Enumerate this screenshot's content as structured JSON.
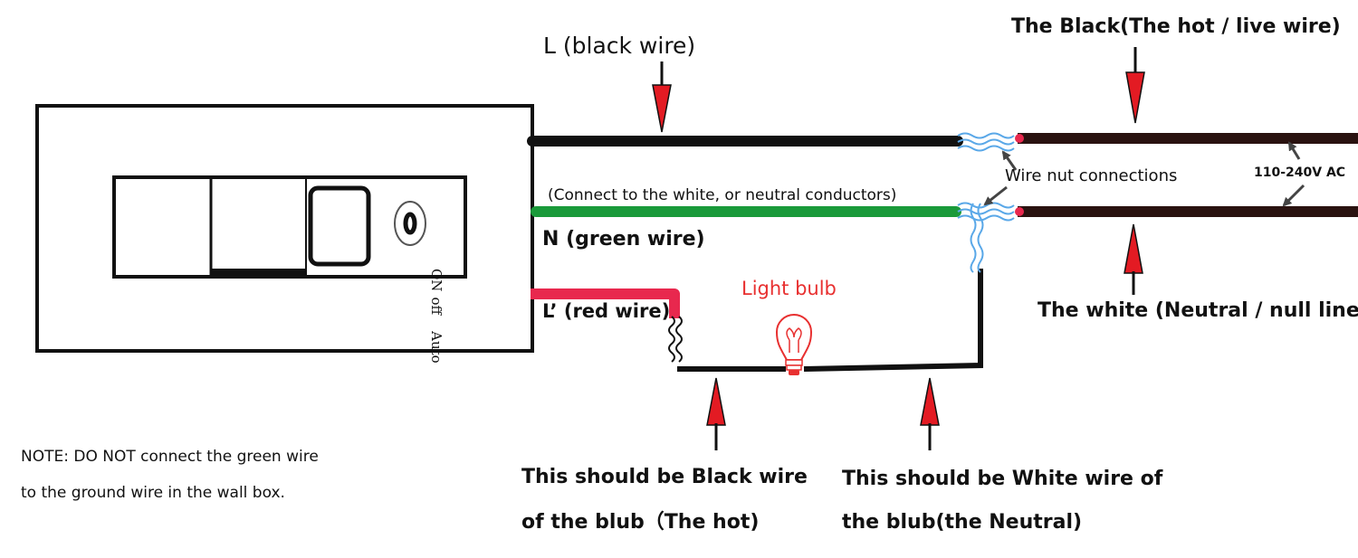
{
  "colors": {
    "black_wire": "#111111",
    "green_wire": "#1a9a3a",
    "red_wire": "#e8284e",
    "hot_line_brown": "#2a1210",
    "arrow_red": "#e31b23",
    "connector_blue": "#5aa8e8",
    "bulb_red": "#e83030",
    "annotation_arrow": "#444444"
  },
  "switch": {
    "labels": [
      "ON",
      "off",
      "Auto"
    ]
  },
  "labels": {
    "l_black_wire": "L  (black wire)",
    "n_green_wire": "N  (green wire)",
    "l_prime_red_wire": "L’  (red wire)",
    "green_connect_note": "(Connect to the white, or neutral conductors)",
    "light_bulb": "Light bulb",
    "wire_nut": "Wire nut connections",
    "voltage": "110-240V AC",
    "black_hot": "The Black(The hot / live wire)",
    "white_neutral": "The white (Neutral / null line)",
    "bulb_black_line1": "This should be Black wire",
    "bulb_black_line2": "of the blub（The hot)",
    "bulb_white_line1": "This should be White wire of",
    "bulb_white_line2": "the blub(the Neutral)",
    "note_line1": "NOTE:  DO NOT connect the green wire",
    "note_line2": "to the ground wire in the wall box."
  }
}
